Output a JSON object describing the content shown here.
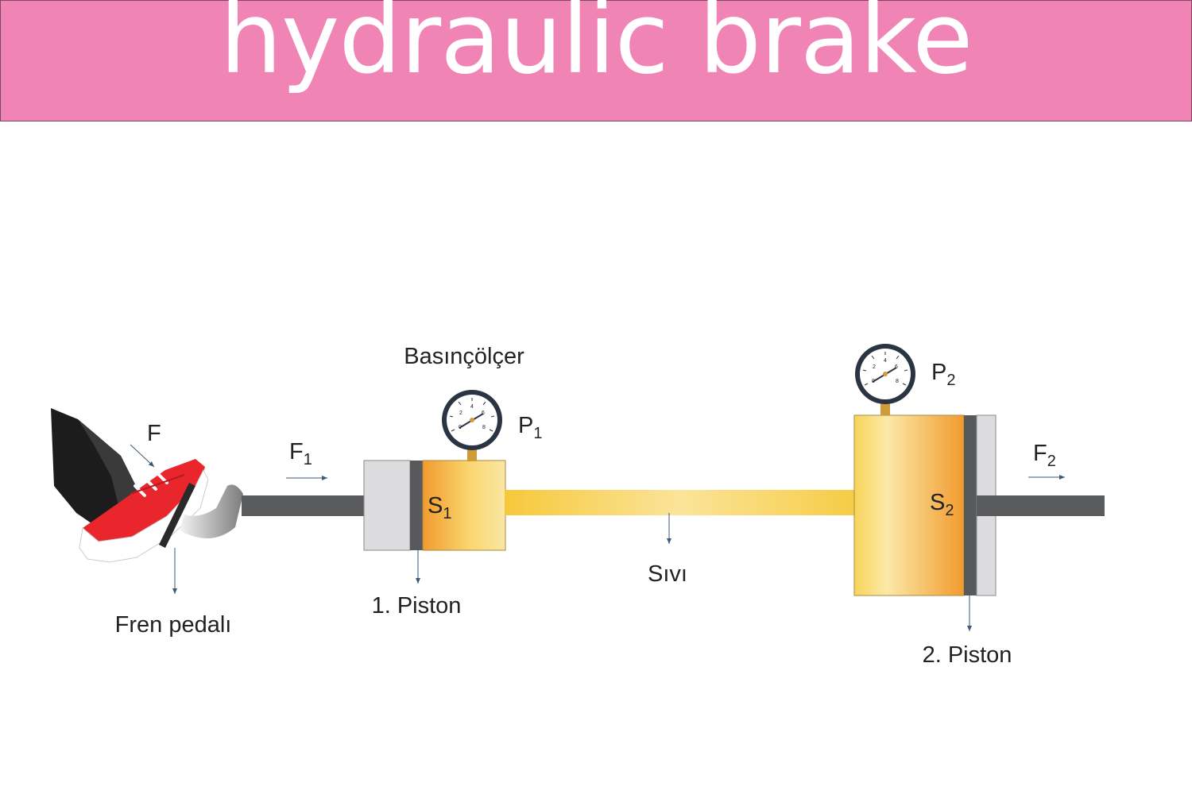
{
  "title": "hydraulic brake",
  "colors": {
    "banner": "#f084b4",
    "fluid": "#f8d96a",
    "piston_orange": "#f29a2e",
    "rod": "#5a5b5d",
    "shoe": "#e8262c"
  },
  "labels": {
    "gauge_label": "Basınçölçer",
    "force_pedal": "F",
    "force_in": "F",
    "force_in_sub": "1",
    "force_out": "F",
    "force_out_sub": "2",
    "pressure1": "P",
    "pressure1_sub": "1",
    "pressure2": "P",
    "pressure2_sub": "2",
    "area1": "S",
    "area1_sub": "1",
    "area2": "S",
    "area2_sub": "2",
    "pedal": "Fren pedalı",
    "piston1": "1. Piston",
    "fluid": "Sıvı",
    "piston2": "2. Piston"
  },
  "gauge_ticks": [
    "0",
    "2",
    "4",
    "6",
    "8"
  ],
  "icons": [
    "gauge-icon",
    "shoe-icon",
    "leg-icon",
    "brake-pedal-icon"
  ]
}
